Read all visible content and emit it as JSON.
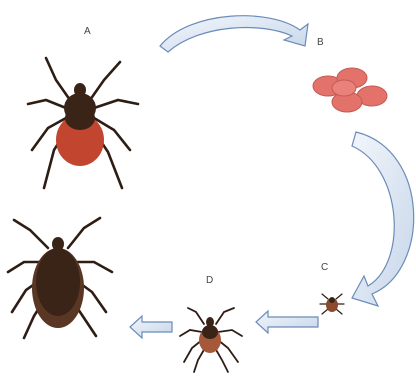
{
  "stages": {
    "a": {
      "label": "A"
    },
    "b": {
      "label": "B"
    },
    "c": {
      "label": "C"
    },
    "d": {
      "label": "D"
    }
  },
  "colors": {
    "egg": "#E2726A",
    "egg_stroke": "#C45A55",
    "arrow_fill": "#DCE6F2",
    "arrow_stroke": "#6B8CB8",
    "tick_dark": "#3A2418",
    "tick_body": "#8B4A2E",
    "tick_abdomen": "#C2452F",
    "leg": "#2E1D14"
  }
}
